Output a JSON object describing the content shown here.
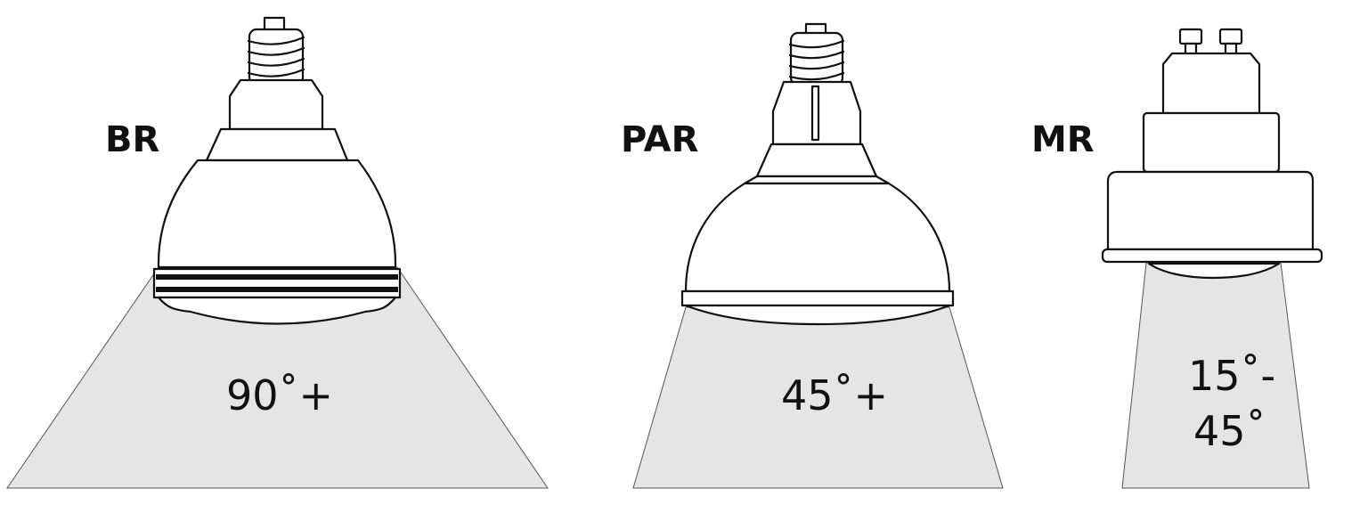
{
  "bulbs": [
    {
      "type": "BR",
      "angle": "90˚+"
    },
    {
      "type": "PAR",
      "angle": "45˚+"
    },
    {
      "type": "MR",
      "angle_line1": "15˚-",
      "angle_line2": "45˚"
    }
  ],
  "colors": {
    "beam_fill": "#e5e5e5",
    "outline": "#111111",
    "background": "#ffffff"
  }
}
